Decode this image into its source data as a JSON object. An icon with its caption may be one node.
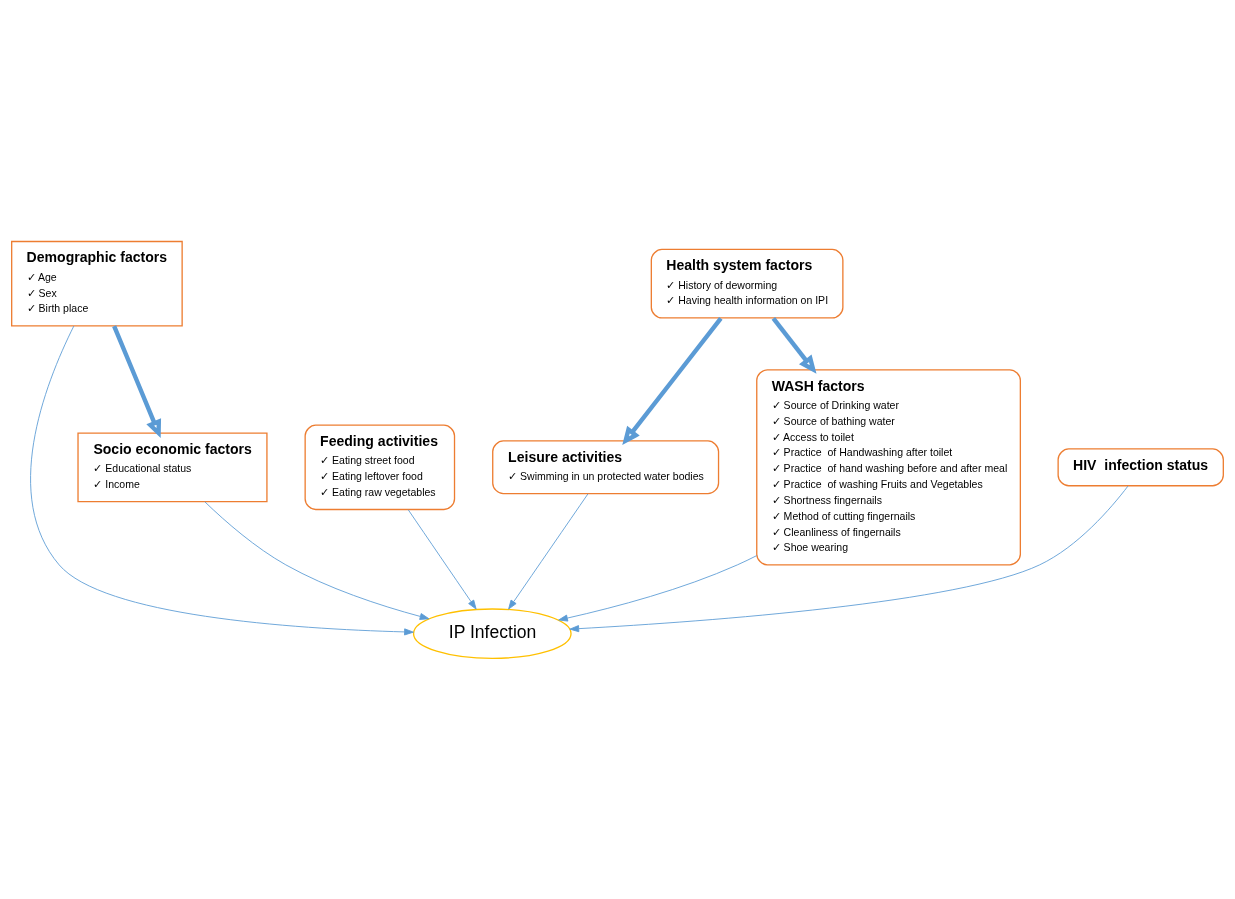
{
  "diagram": {
    "nodes": [
      {
        "text": [
          "Demographic factors",
          "✓ Age",
          "✓ Sex",
          "✓ Birth place"
        ]
      },
      {
        "text": [
          "Feeding activities",
          "✓ Eating street food",
          "✓ Eating leftover food",
          "✓ Eating raw vegetables"
        ]
      },
      {
        "text": [
          "Leisure activities",
          "✓ Swimming in un protected water bodies"
        ]
      },
      {
        "text": [
          "Health system factors",
          "✓ History of deworming",
          "✓ Having health information on IPI"
        ]
      },
      {
        "text": [
          "IP Infection"
        ]
      },
      {
        "text": [
          "Socio economic factors",
          "✓ Educational status",
          "✓ Income"
        ]
      },
      {
        "text": [
          "HIV  infection status"
        ]
      },
      {
        "text": [
          "WASH factors",
          "✓ Source of Drinking water",
          "✓ Source of bathing water",
          "✓ Access to toilet",
          "✓ Practice  of Handwashing after toilet",
          "✓ Practice  of hand washing before and after meal",
          "✓ Practice  of washing Fruits and Vegetables",
          "✓ Shortness fingernails",
          "✓ Method of cutting fingernails",
          "✓ Cleanliness of fingernails",
          "✓ Shoe wearing"
        ]
      }
    ],
    "edges": [
      {
        "from": 0,
        "to": 4,
        "arrow": "to"
      },
      {
        "from": 1,
        "to": 4,
        "arrow": "to"
      },
      {
        "from": 2,
        "to": 4,
        "arrow": "to"
      },
      {
        "from": 5,
        "to": 4,
        "arrow": "to"
      },
      {
        "from": 6,
        "to": 4,
        "arrow": "to"
      },
      {
        "from": 7,
        "to": 4,
        "arrow": "to"
      },
      {
        "from": 0,
        "to": 5,
        "arrow": "to",
        "style": "thick"
      },
      {
        "from": 3,
        "to": 2,
        "arrow": "to",
        "style": "thick"
      },
      {
        "from": 3,
        "to": 7,
        "arrow": "to",
        "style": "thick"
      }
    ]
  }
}
